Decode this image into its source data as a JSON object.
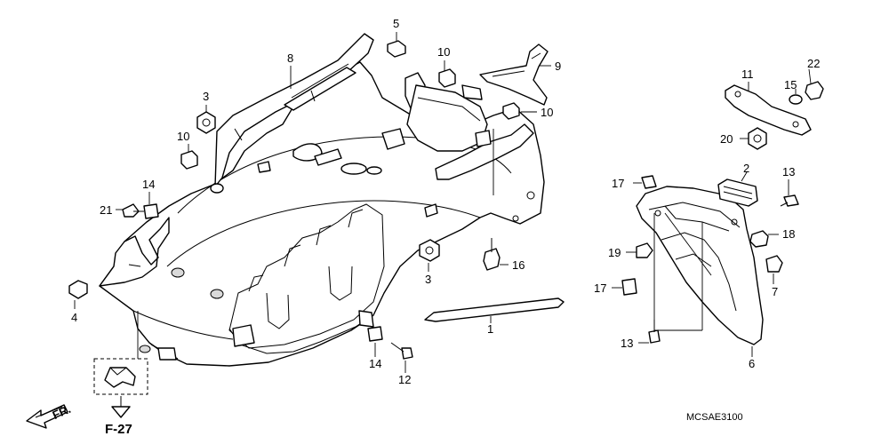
{
  "callouts": {
    "c1": "1",
    "c2": "2",
    "c3a": "3",
    "c3b": "3",
    "c4": "4",
    "c5": "5",
    "c6": "6",
    "c7": "7",
    "c8": "8",
    "c9": "9",
    "c10a": "10",
    "c10b": "10",
    "c10c": "10",
    "c11": "11",
    "c12": "12",
    "c13a": "13",
    "c13b": "13",
    "c14a": "14",
    "c14b": "14",
    "c15": "15",
    "c16": "16",
    "c17a": "17",
    "c17b": "17",
    "c18": "18",
    "c19": "19",
    "c20": "20",
    "c21": "21",
    "c22": "22"
  },
  "reference": "F-27",
  "front_arrow": "FR.",
  "diagram_code": "MCSAE3100",
  "colors": {
    "line": "#000000",
    "background": "#ffffff",
    "shade": "#d9d9d9"
  }
}
